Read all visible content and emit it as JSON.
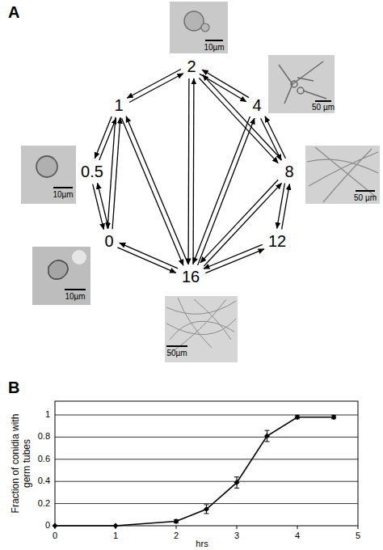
{
  "diagram": {
    "nodes": [
      {
        "text": [
          "2"
        ]
      },
      {
        "text": [
          "1"
        ]
      },
      {
        "text": [
          "4"
        ]
      },
      {
        "text": [
          "0.5"
        ]
      },
      {
        "text": [
          "8"
        ]
      },
      {
        "text": [
          "0"
        ]
      },
      {
        "text": [
          "12"
        ]
      },
      {
        "text": [
          "16"
        ]
      }
    ],
    "edges": [
      {
        "from": 1,
        "to": 0,
        "arrow": "to"
      },
      {
        "from": 0,
        "to": 1,
        "arrow": "to"
      },
      {
        "from": 0,
        "to": 2,
        "arrow": "to"
      },
      {
        "from": 2,
        "to": 0,
        "arrow": "to"
      },
      {
        "from": 2,
        "to": 4,
        "arrow": "to"
      },
      {
        "from": 4,
        "to": 2,
        "arrow": "to"
      },
      {
        "from": 4,
        "to": 6,
        "arrow": "to"
      },
      {
        "from": 6,
        "to": 4,
        "arrow": "to"
      },
      {
        "from": 6,
        "to": 7,
        "arrow": "to"
      },
      {
        "from": 7,
        "to": 6,
        "arrow": "to"
      },
      {
        "from": 7,
        "to": 5,
        "arrow": "to"
      },
      {
        "from": 5,
        "to": 7,
        "arrow": "to"
      },
      {
        "from": 5,
        "to": 3,
        "arrow": "to"
      },
      {
        "from": 3,
        "to": 5,
        "arrow": "to"
      },
      {
        "from": 3,
        "to": 1,
        "arrow": "to"
      },
      {
        "from": 1,
        "to": 3,
        "arrow": "to"
      },
      {
        "from": 1,
        "to": 5,
        "arrow": "to"
      },
      {
        "from": 5,
        "to": 1,
        "arrow": "to"
      },
      {
        "from": 1,
        "to": 7,
        "arrow": "to"
      },
      {
        "from": 7,
        "to": 1,
        "arrow": "to"
      },
      {
        "from": 0,
        "to": 7,
        "arrow": "to"
      },
      {
        "from": 7,
        "to": 0,
        "arrow": "to"
      },
      {
        "from": 0,
        "to": 4,
        "arrow": "to"
      },
      {
        "from": 4,
        "to": 0,
        "arrow": "to"
      },
      {
        "from": 2,
        "to": 7,
        "arrow": "to"
      },
      {
        "from": 7,
        "to": 2,
        "arrow": "to"
      },
      {
        "from": 4,
        "to": 7,
        "arrow": "to"
      },
      {
        "from": 7,
        "to": 4,
        "arrow": "to"
      }
    ],
    "labels": [
      "A",
      "10µm",
      "50 µm",
      "10µm",
      "50 µm",
      "10µm",
      "50µm",
      "B",
      "1",
      "0.8",
      "0.6",
      "0.4",
      "0.2",
      "0",
      "Fraction of conidia with germ tubes",
      "0",
      "1",
      "2",
      "3",
      "4",
      "5",
      "hrs"
    ]
  }
}
